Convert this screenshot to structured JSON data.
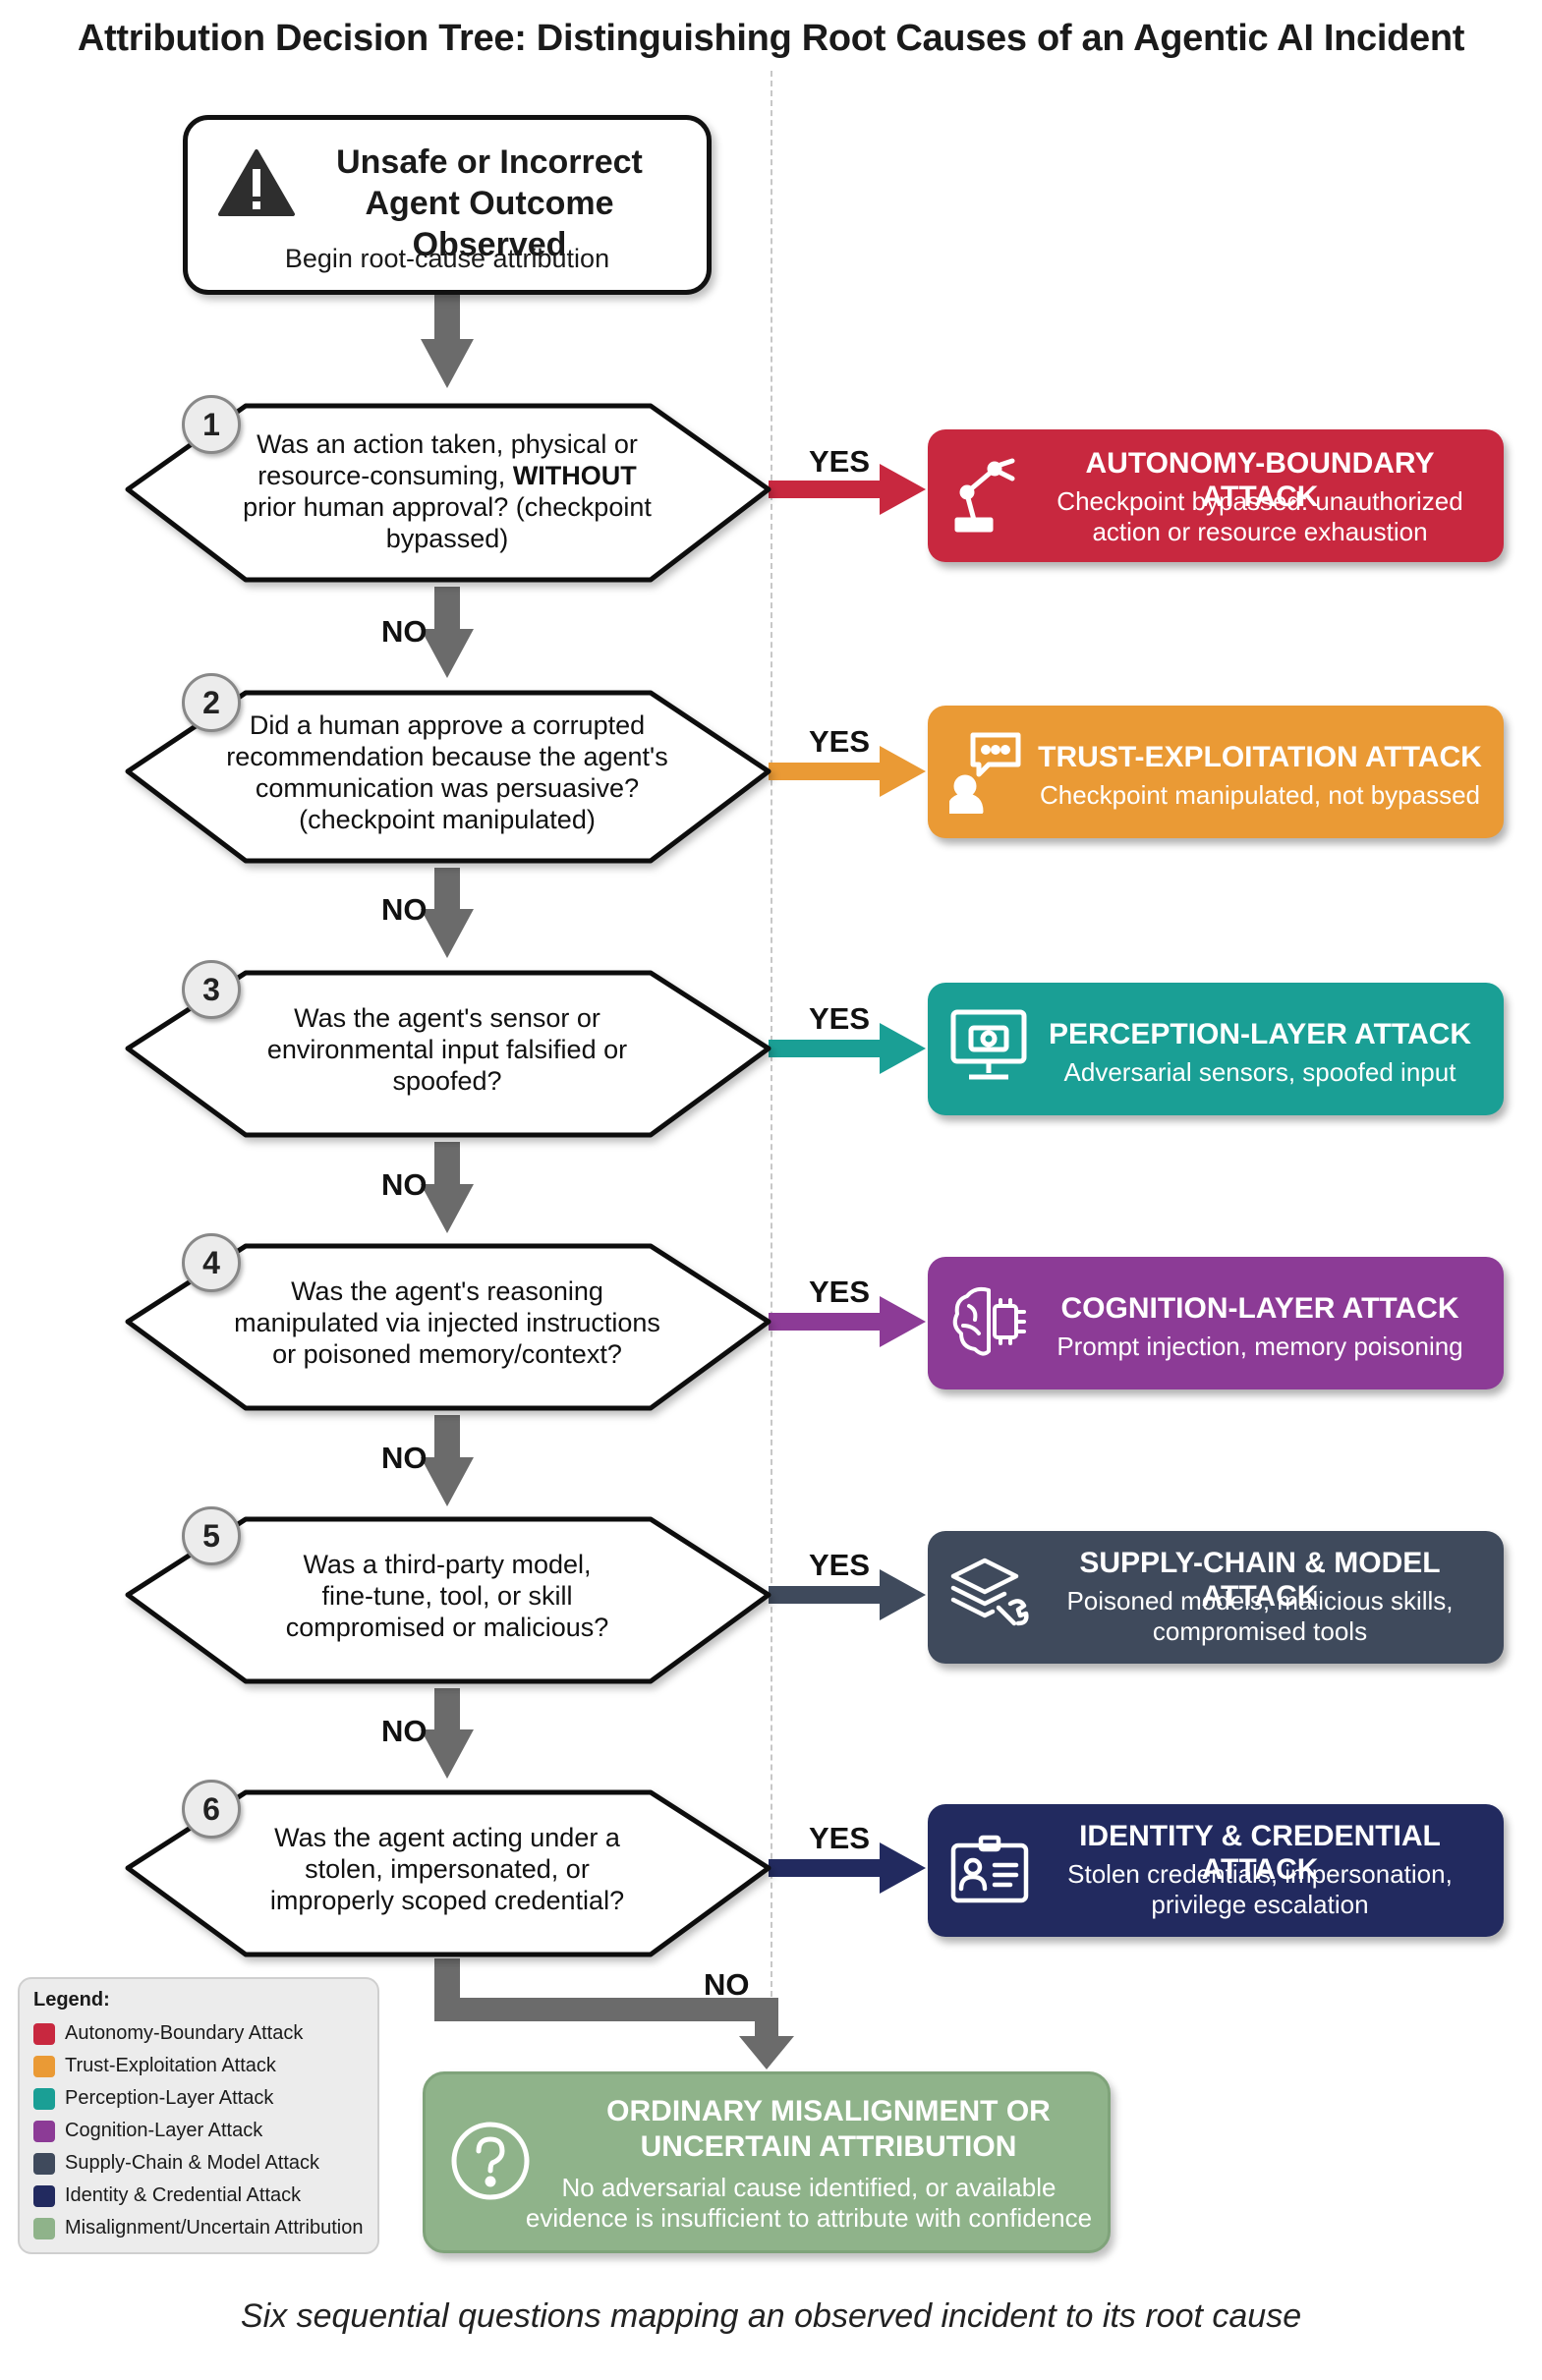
{
  "title": "Attribution Decision Tree: Distinguishing Root Causes of an Agentic AI Incident",
  "start": {
    "title": "Unsafe or Incorrect Agent Outcome Observed",
    "subtitle": "Begin root-cause attribution",
    "icon": "warning-triangle-icon"
  },
  "questions": [
    {
      "number": "1",
      "text_pre": "Was an action taken, physical or resource-consuming, ",
      "text_bold": "WITHOUT",
      "text_post": " prior human approval? (checkpoint bypassed)"
    },
    {
      "number": "2",
      "text": "Did a human approve a corrupted recommendation because the agent's communication was persuasive? (checkpoint manipulated)"
    },
    {
      "number": "3",
      "text": "Was the agent's sensor or environmental input falsified or spoofed?"
    },
    {
      "number": "4",
      "text": "Was the agent's reasoning manipulated via injected instructions or poisoned memory/context?"
    },
    {
      "number": "5",
      "text": "Was a third-party model, fine-tune, tool, or skill compromised or malicious?"
    },
    {
      "number": "6",
      "text": "Was the agent acting under a stolen, impersonated, or improperly scoped credential?"
    }
  ],
  "labels": {
    "yes": "YES",
    "no": "NO"
  },
  "outcomes": [
    {
      "title": "AUTONOMY-BOUNDARY ATTACK",
      "desc": "Checkpoint bypassed: unauthorized action or resource exhaustion",
      "color": "#c8283f",
      "icon": "robot-arm-icon"
    },
    {
      "title": "TRUST-EXPLOITATION ATTACK",
      "desc": "Checkpoint manipulated, not bypassed",
      "color": "#ea9a35",
      "icon": "chat-person-icon"
    },
    {
      "title": "PERCEPTION-LAYER ATTACK",
      "desc": "Adversarial sensors, spoofed input",
      "color": "#1a9f95",
      "icon": "monitor-camera-icon"
    },
    {
      "title": "COGNITION-LAYER ATTACK",
      "desc": "Prompt injection, memory poisoning",
      "color": "#8c3b96",
      "icon": "brain-chip-icon"
    },
    {
      "title": "SUPPLY-CHAIN & MODEL ATTACK",
      "desc": "Poisoned models, malicious skills, compromised tools",
      "color": "#3f4a5c",
      "icon": "layers-wrench-icon"
    },
    {
      "title": "IDENTITY & CREDENTIAL ATTACK",
      "desc": "Stolen credentials, impersonation, privilege escalation",
      "color": "#222a5f",
      "icon": "id-card-icon"
    }
  ],
  "final": {
    "title": "ORDINARY MISALIGNMENT OR UNCERTAIN ATTRIBUTION",
    "desc": "No adversarial cause identified, or available evidence is insufficient to attribute with confidence",
    "color": "#8fb38a",
    "icon": "question-circle-icon"
  },
  "legend": {
    "title": "Legend:",
    "items": [
      {
        "label": "Autonomy-Boundary Attack",
        "color": "#c8283f"
      },
      {
        "label": "Trust-Exploitation Attack",
        "color": "#ea9a35"
      },
      {
        "label": "Perception-Layer Attack",
        "color": "#1a9f95"
      },
      {
        "label": "Cognition-Layer Attack",
        "color": "#8c3b96"
      },
      {
        "label": "Supply-Chain & Model Attack",
        "color": "#3f4a5c"
      },
      {
        "label": "Identity & Credential Attack",
        "color": "#222a5f"
      },
      {
        "label": "Misalignment/Uncertain Attribution",
        "color": "#8fb38a"
      }
    ]
  },
  "caption": "Six sequential questions mapping an observed incident to its root cause"
}
